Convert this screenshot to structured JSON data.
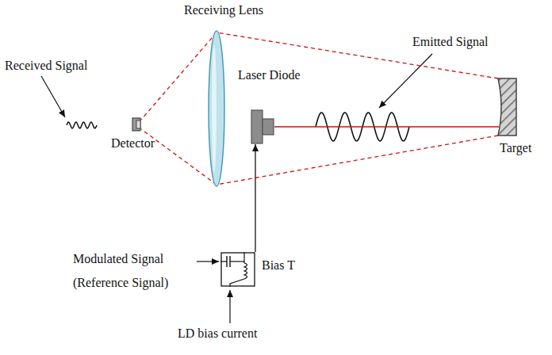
{
  "diagram": {
    "nodes": [
      {
        "text": [
          "Receiving Lens"
        ]
      },
      {
        "text": [
          "Laser Diode"
        ]
      },
      {
        "text": [
          "Detector"
        ]
      },
      {
        "text": [
          "Target"
        ]
      },
      {
        "text": [
          "Bias T"
        ]
      }
    ],
    "edges": [
      {
        "from": 4,
        "to": 1,
        "arrow": "to"
      },
      {
        "from": 1,
        "to": 3,
        "arrow": "none"
      },
      {
        "from": 3,
        "to": 0,
        "arrow": "none"
      },
      {
        "from": 0,
        "to": 2,
        "arrow": "none"
      }
    ],
    "labels": [
      "Received Signal",
      "Emitted Signal",
      "Modulated Signal",
      "(Reference Signal)",
      "LD bias current"
    ]
  }
}
